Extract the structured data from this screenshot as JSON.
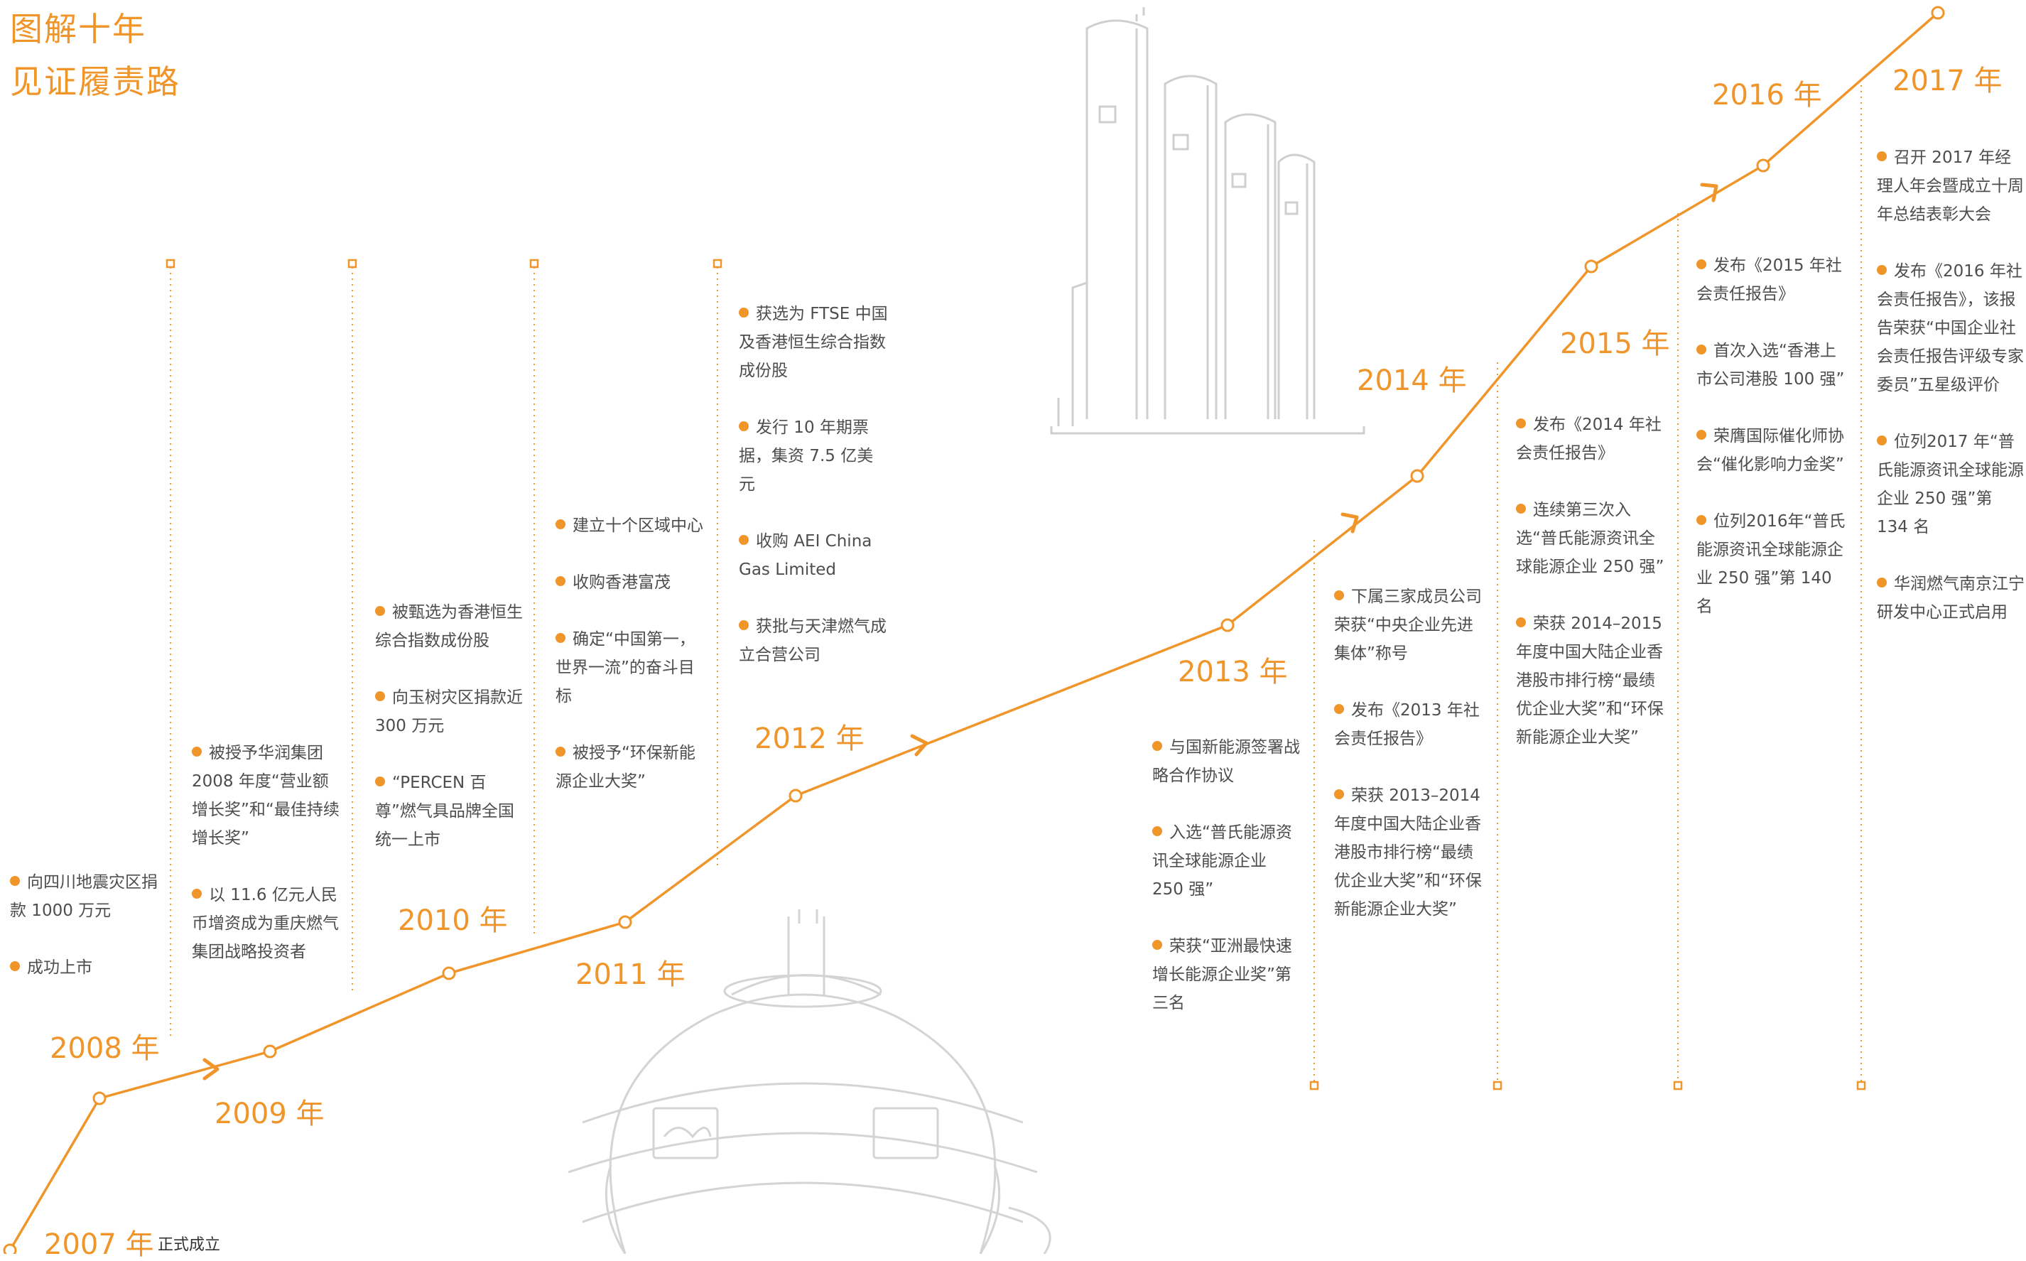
{
  "title": {
    "line1": "图解十年",
    "line2": "见证履责路"
  },
  "colors": {
    "accent": "#f0952a",
    "text": "#4d4d4d",
    "sketch": "#cfcfcf"
  },
  "years": [
    {
      "label": "2007 年",
      "note": "正式成立",
      "items": []
    },
    {
      "label": "2008 年",
      "items": [
        "向四川地震灾区捐款 1000 万元",
        "成功上市"
      ]
    },
    {
      "label": "2009 年",
      "items": [
        "被授予华润集团 2008 年度“营业额增长奖”和“最佳持续增长奖”",
        "以 11.6 亿元人民币增资成为重庆燃气集团战略投资者"
      ]
    },
    {
      "label": "2010 年",
      "items": [
        "被甄选为香港恒生综合指数成份股",
        "向玉树灾区捐款近 300 万元",
        "“PERCEN 百尊”燃气具品牌全国统一上市"
      ]
    },
    {
      "label": "2011 年",
      "items": [
        "建立十个区域中心",
        "收购香港富茂",
        "确定“中国第一，世界一流”的奋斗目标",
        "被授予“环保新能源企业大奖”"
      ]
    },
    {
      "label": "2012 年",
      "items": [
        "获选为 FTSE 中国及香港恒生综合指数成份股",
        "发行 10 年期票据，集资 7.5 亿美元",
        "收购 AEI China Gas Limited",
        "获批与天津燃气成立合营公司"
      ]
    },
    {
      "label": "2013 年",
      "items": [
        "与国新能源签署战略合作协议",
        "入选“普氏能源资讯全球能源企业 250 强”",
        "荣获“亚洲最快速增长能源企业奖”第三名"
      ]
    },
    {
      "label": "2014 年",
      "items": [
        "下属三家成员公司荣获“中央企业先进集体”称号",
        "发布《2013 年社会责任报告》",
        "荣获 2013–2014 年度中国大陆企业香港股市排行榜“最绩优企业大奖”和“环保新能源企业大奖”"
      ]
    },
    {
      "label": "2015 年",
      "items": [
        "发布《2014 年社会责任报告》",
        "连续第三次入选“普氏能源资讯全球能源企业 250 强”",
        "荣获 2014–2015 年度中国大陆企业香港股市排行榜“最绩优企业大奖”和“环保新能源企业大奖”"
      ]
    },
    {
      "label": "2016 年",
      "items": [
        "发布《2015 年社会责任报告》",
        "首次入选“香港上市公司港股 100 强”",
        "荣膺国际催化师协会“催化影响力金奖”",
        "位列2016年“普氏能源资讯全球能源企业 250 强”第 140 名"
      ]
    },
    {
      "label": "2017 年",
      "items": [
        "召开 2017 年经理人年会暨成立十周年总结表彰大会",
        "发布《2016 年社会责任报告》，该报告荣获“中国企业社会责任报告评级专家委员”五星级评价",
        "位列2017 年“普氏能源资讯全球能源企业 250 强”第 134 名",
        "华润燃气南京江宁研发中心正式启用"
      ]
    }
  ]
}
